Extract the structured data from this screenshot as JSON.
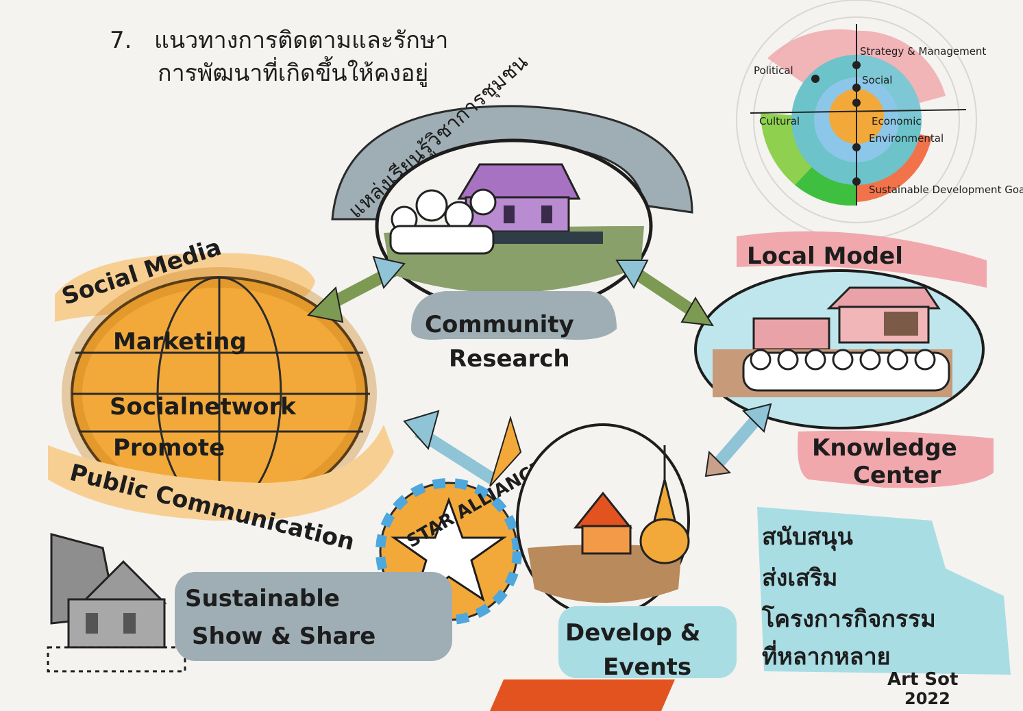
{
  "heading": {
    "number": "7.",
    "line1": "แนวทางการติดตามและรักษา",
    "line2": "การพัฒนาที่เกิดขึ้นให้คงอยู่"
  },
  "center_top": {
    "arc_text": "แหล่งเรียนรู้วิชาการชุมชน",
    "label": "Community Research"
  },
  "globe": {
    "banner_top": "Social Media",
    "line1": "Marketing",
    "line2": "Socialnetwork",
    "line3": "Promote",
    "banner_bottom": "Public Communication"
  },
  "local_model": {
    "banner": "Local Model",
    "caption": "Knowledge Center"
  },
  "star": {
    "text": "STAR ALLIANCE"
  },
  "sustainable": {
    "label_line1": "Sustainable",
    "label_line2": "Show & Share"
  },
  "develop": {
    "label_line1": "Develop &",
    "label_line2": "Events"
  },
  "thai_note": {
    "line1": "สนับสนุน",
    "line2": "ส่งเสริม",
    "line3": "โครงการกิจกรรม",
    "line4": "ที่หลากหลาย"
  },
  "wheel": {
    "labels": [
      "Strategy & Management",
      "Political",
      "Social",
      "Cultural",
      "Environmental",
      "Economic",
      "Sustainable Development Goals"
    ]
  },
  "signature": {
    "name": "Art Sot",
    "year": "2022"
  },
  "colors": {
    "globe": "#f2a93a",
    "banner_orange": "#f8cf93",
    "banner_pink": "#f0a8ad",
    "banner_gray": "#9eaeb4",
    "banner_cyan": "#a9dde4",
    "arrow_green": "#7c9a52",
    "arrow_blue": "#8fc3d6",
    "accent_red": "#e2531f"
  }
}
